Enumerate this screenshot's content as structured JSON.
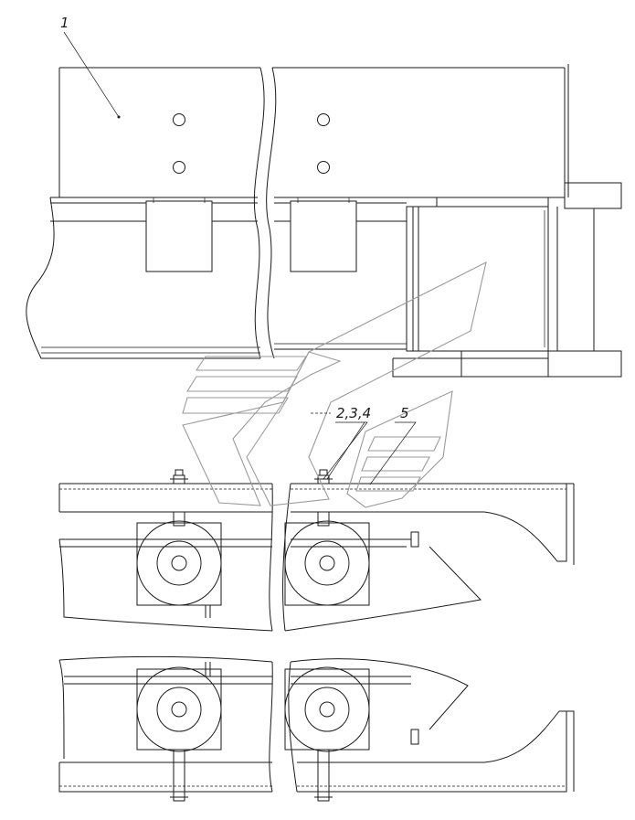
{
  "callouts": {
    "c1": "1",
    "c234": "2,3,4",
    "c5": "5"
  },
  "watermark": {
    "icon": "company-logo-watermark",
    "color": "#9a9a9a"
  },
  "colors": {
    "line": "#1a1a1a",
    "background": "#ffffff"
  }
}
